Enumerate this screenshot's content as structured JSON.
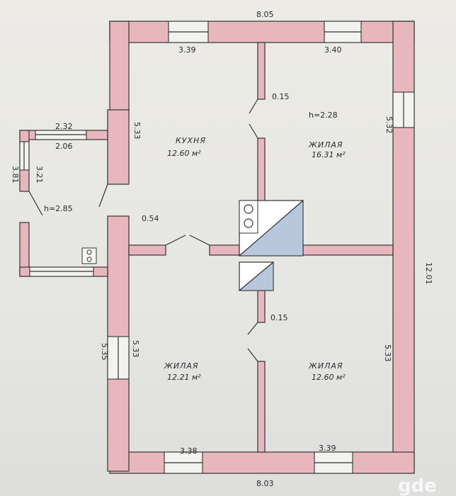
{
  "plan": {
    "top_width": "8.05",
    "bottom_width": "8.03",
    "right_height": "12.01",
    "kitchen": {
      "name": "КУХНЯ",
      "area": "12.60 м²"
    },
    "living_top_right": {
      "name": "ЖИЛАЯ",
      "area": "16.31 м²"
    },
    "living_bottom_left": {
      "name": "ЖИЛАЯ",
      "area": "12.21 м²"
    },
    "living_bottom_right": {
      "name": "ЖИЛАЯ",
      "area": "12.60 м²"
    },
    "window_top_left": "3.39",
    "window_top_right": "3.40",
    "window_bottom_left": "3.38",
    "window_bottom_right": "3.39",
    "ceiling_height_main": "h=2.28",
    "ceiling_height_porch": "h=2.85",
    "partition_top": "0.15",
    "partition_bottom": "0.15",
    "door_gap": "0.54",
    "kitchen_height_dim": "5.33",
    "right_upper_dim": "5.32",
    "right_lower_dim": "5.33",
    "left_lower_dim_outer": "5.35",
    "left_lower_dim_inner": "5.33",
    "porch_top_outer": "2.32",
    "porch_top_inner": "2.06",
    "porch_left_outer": "3.81",
    "porch_left_inner": "3.21"
  },
  "watermark": "gde"
}
